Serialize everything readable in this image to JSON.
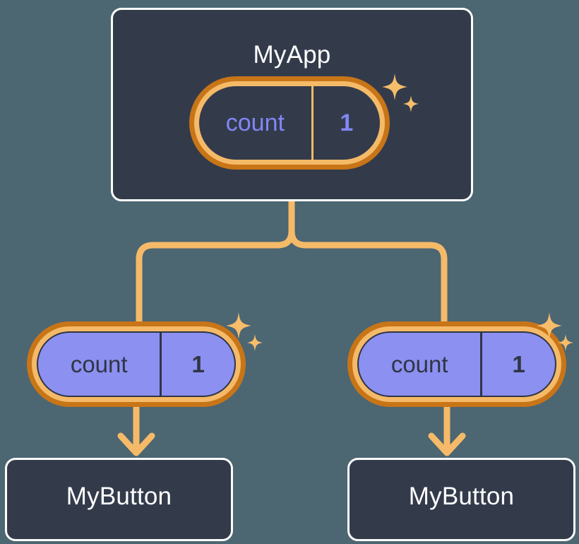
{
  "diagram": {
    "title": "MyApp component tree with count state",
    "background_color": "#4c6672"
  },
  "palette": {
    "panel_bg": "#333b4b",
    "panel_border": "#fdfdfa",
    "ring_outer": "#c87518",
    "ring_inner": "#f5ba68",
    "connector": "#f5ba68",
    "sparkle": "#f7bd6b",
    "state_fill": "#8c90f0",
    "state_text_dark": "#2f3545",
    "state_text_light": "#8286f5",
    "title_text": "#ffffff"
  },
  "nodes": {
    "app": {
      "title": "MyApp",
      "state": {
        "key": "count",
        "value": "1"
      },
      "sparkle_name": "sparkle-icon"
    },
    "buttons": [
      {
        "title": "MyButton",
        "state": {
          "key": "count",
          "value": "1"
        },
        "sparkle_name": "sparkle-icon"
      },
      {
        "title": "MyButton",
        "state": {
          "key": "count",
          "value": "1"
        },
        "sparkle_name": "sparkle-icon"
      }
    ]
  },
  "connectors": {
    "tree_name": "state-fanout-connector",
    "arrow_left_name": "arrow-to-left-button",
    "arrow_right_name": "arrow-to-right-button"
  }
}
